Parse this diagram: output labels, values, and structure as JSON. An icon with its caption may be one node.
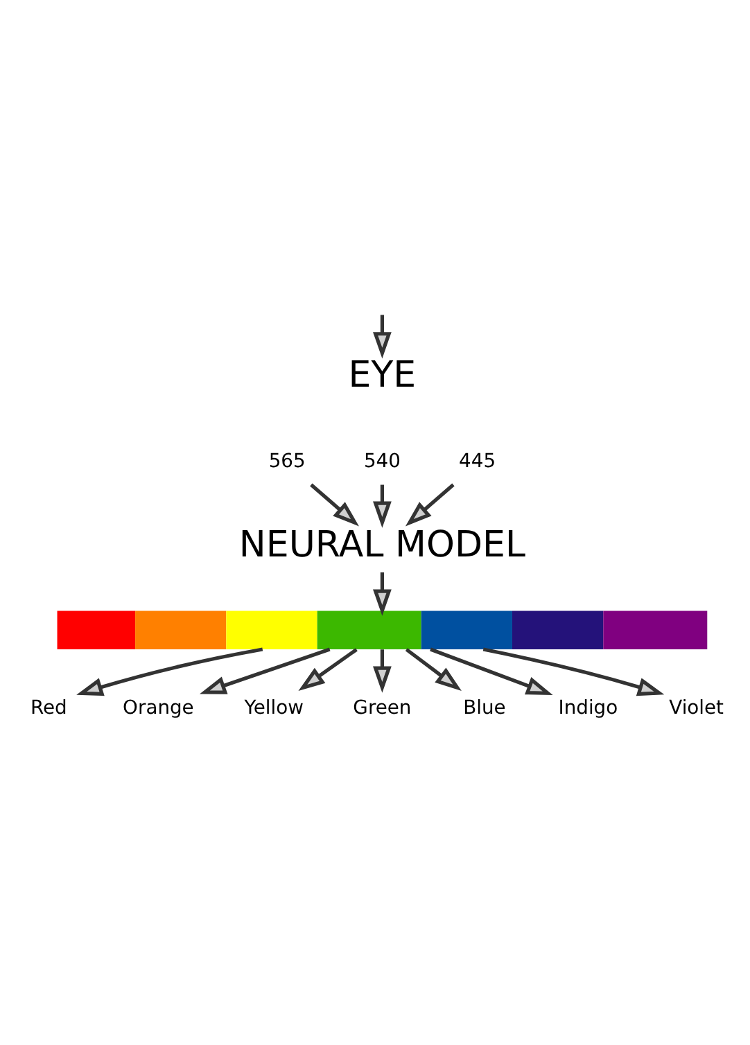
{
  "diagram": {
    "nodes": [
      {
        "text": [
          "EYE"
        ]
      },
      {
        "text": [
          "565"
        ]
      },
      {
        "text": [
          "540"
        ]
      },
      {
        "text": [
          "445"
        ]
      },
      {
        "text": [
          "NEURAL MODEL"
        ]
      },
      {
        "text": [],
        "shape": "bar"
      },
      {
        "text": [
          "Red"
        ]
      },
      {
        "text": [
          "Orange"
        ]
      },
      {
        "text": [
          "Yellow"
        ]
      },
      {
        "text": [
          "Green"
        ]
      },
      {
        "text": [
          "Blue"
        ]
      },
      {
        "text": [
          "Indigo"
        ]
      },
      {
        "text": [
          "Violet"
        ]
      }
    ],
    "edges": [
      {
        "from": null,
        "to": 0,
        "arrow": "to"
      },
      {
        "from": 1,
        "to": 4,
        "arrow": "to"
      },
      {
        "from": 2,
        "to": 4,
        "arrow": "to"
      },
      {
        "from": 3,
        "to": 4,
        "arrow": "to"
      },
      {
        "from": 4,
        "to": 5,
        "arrow": "to"
      },
      {
        "from": 5,
        "to": 6,
        "arrow": "to"
      },
      {
        "from": 5,
        "to": 7,
        "arrow": "to"
      },
      {
        "from": 5,
        "to": 8,
        "arrow": "to"
      },
      {
        "from": 5,
        "to": 9,
        "arrow": "to"
      },
      {
        "from": 5,
        "to": 10,
        "arrow": "to"
      },
      {
        "from": 5,
        "to": 11,
        "arrow": "to"
      },
      {
        "from": 5,
        "to": 12,
        "arrow": "to"
      }
    ]
  }
}
